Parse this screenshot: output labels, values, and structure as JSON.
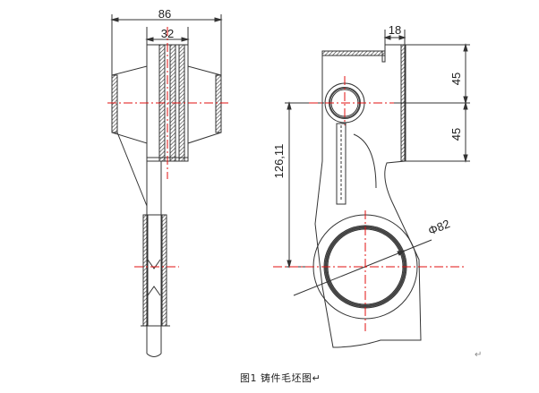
{
  "figure": {
    "caption": "图1  铸件毛坯图↵",
    "return_mark": "↵",
    "dimensions": {
      "width_overall": "86",
      "width_hub": "32",
      "slot_width": "18",
      "upper_offset": "45",
      "lower_offset": "45",
      "center_distance": "126,11",
      "bore_diameter": "Φ82"
    },
    "colors": {
      "outline": "#333333",
      "centerline": "#e01010",
      "hatch": "#444444"
    }
  }
}
